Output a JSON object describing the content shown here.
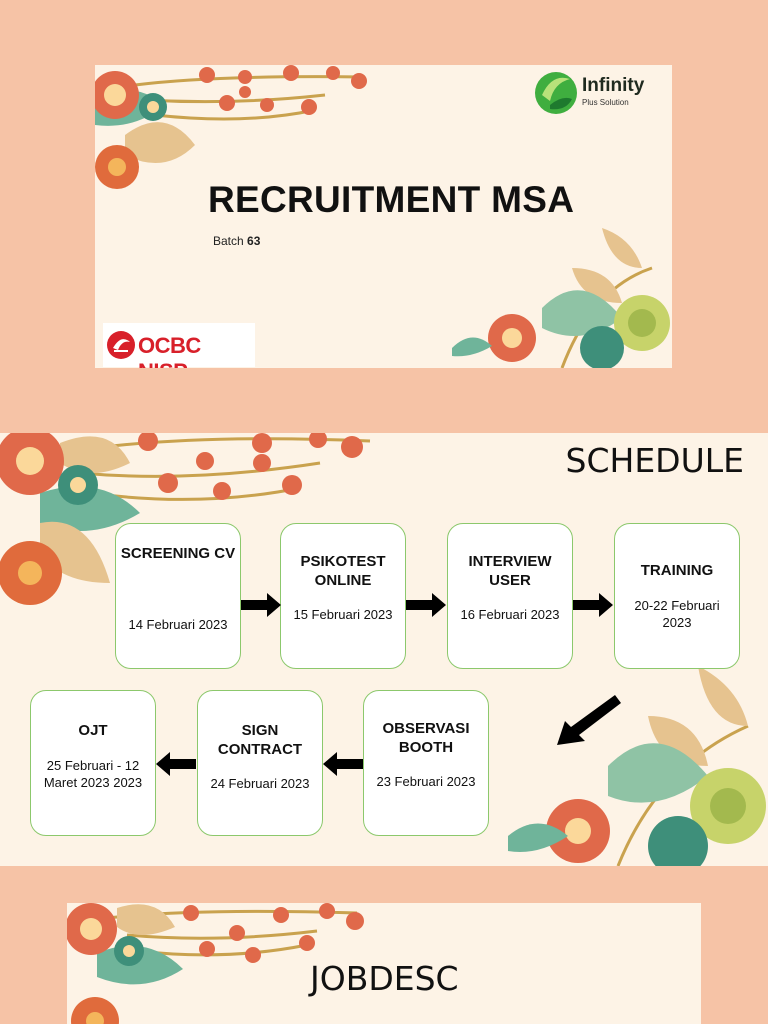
{
  "slide1": {
    "title": "RECRUITMENT MSA",
    "batch_label": "Batch",
    "batch_number": "63",
    "logo_infinity": {
      "name": "Infinity",
      "tagline": "Plus Solution"
    },
    "logo_ocbc": {
      "name": "OCBC NISP"
    }
  },
  "slide2": {
    "title": "SCHEDULE",
    "steps": [
      {
        "name": "SCREENING CV",
        "date": "14 Februari 2023"
      },
      {
        "name": "PSIKOTEST ONLINE",
        "date": "15 Februari 2023"
      },
      {
        "name": "INTERVIEW USER",
        "date": "16 Februari 2023"
      },
      {
        "name": "TRAINING",
        "date": "20-22 Februari 2023"
      },
      {
        "name": "OBSERVASI BOOTH",
        "date": "23 Februari 2023"
      },
      {
        "name": "SIGN CONTRACT",
        "date": "24 Februari 2023"
      },
      {
        "name": "OJT",
        "date": "25 Februari - 12 Maret 2023 2023"
      }
    ]
  },
  "slide3": {
    "title": "JOBDESC"
  },
  "colors": {
    "background": "#f6c3a6",
    "slide": "#fdf3e6",
    "box_border": "#8cc86c",
    "flower_red": "#e0694a",
    "flower_teal": "#3e8f7a",
    "leaf_green": "#6fb49a",
    "leaf_tan": "#e6c38f",
    "ocbc_red": "#d8202a"
  }
}
